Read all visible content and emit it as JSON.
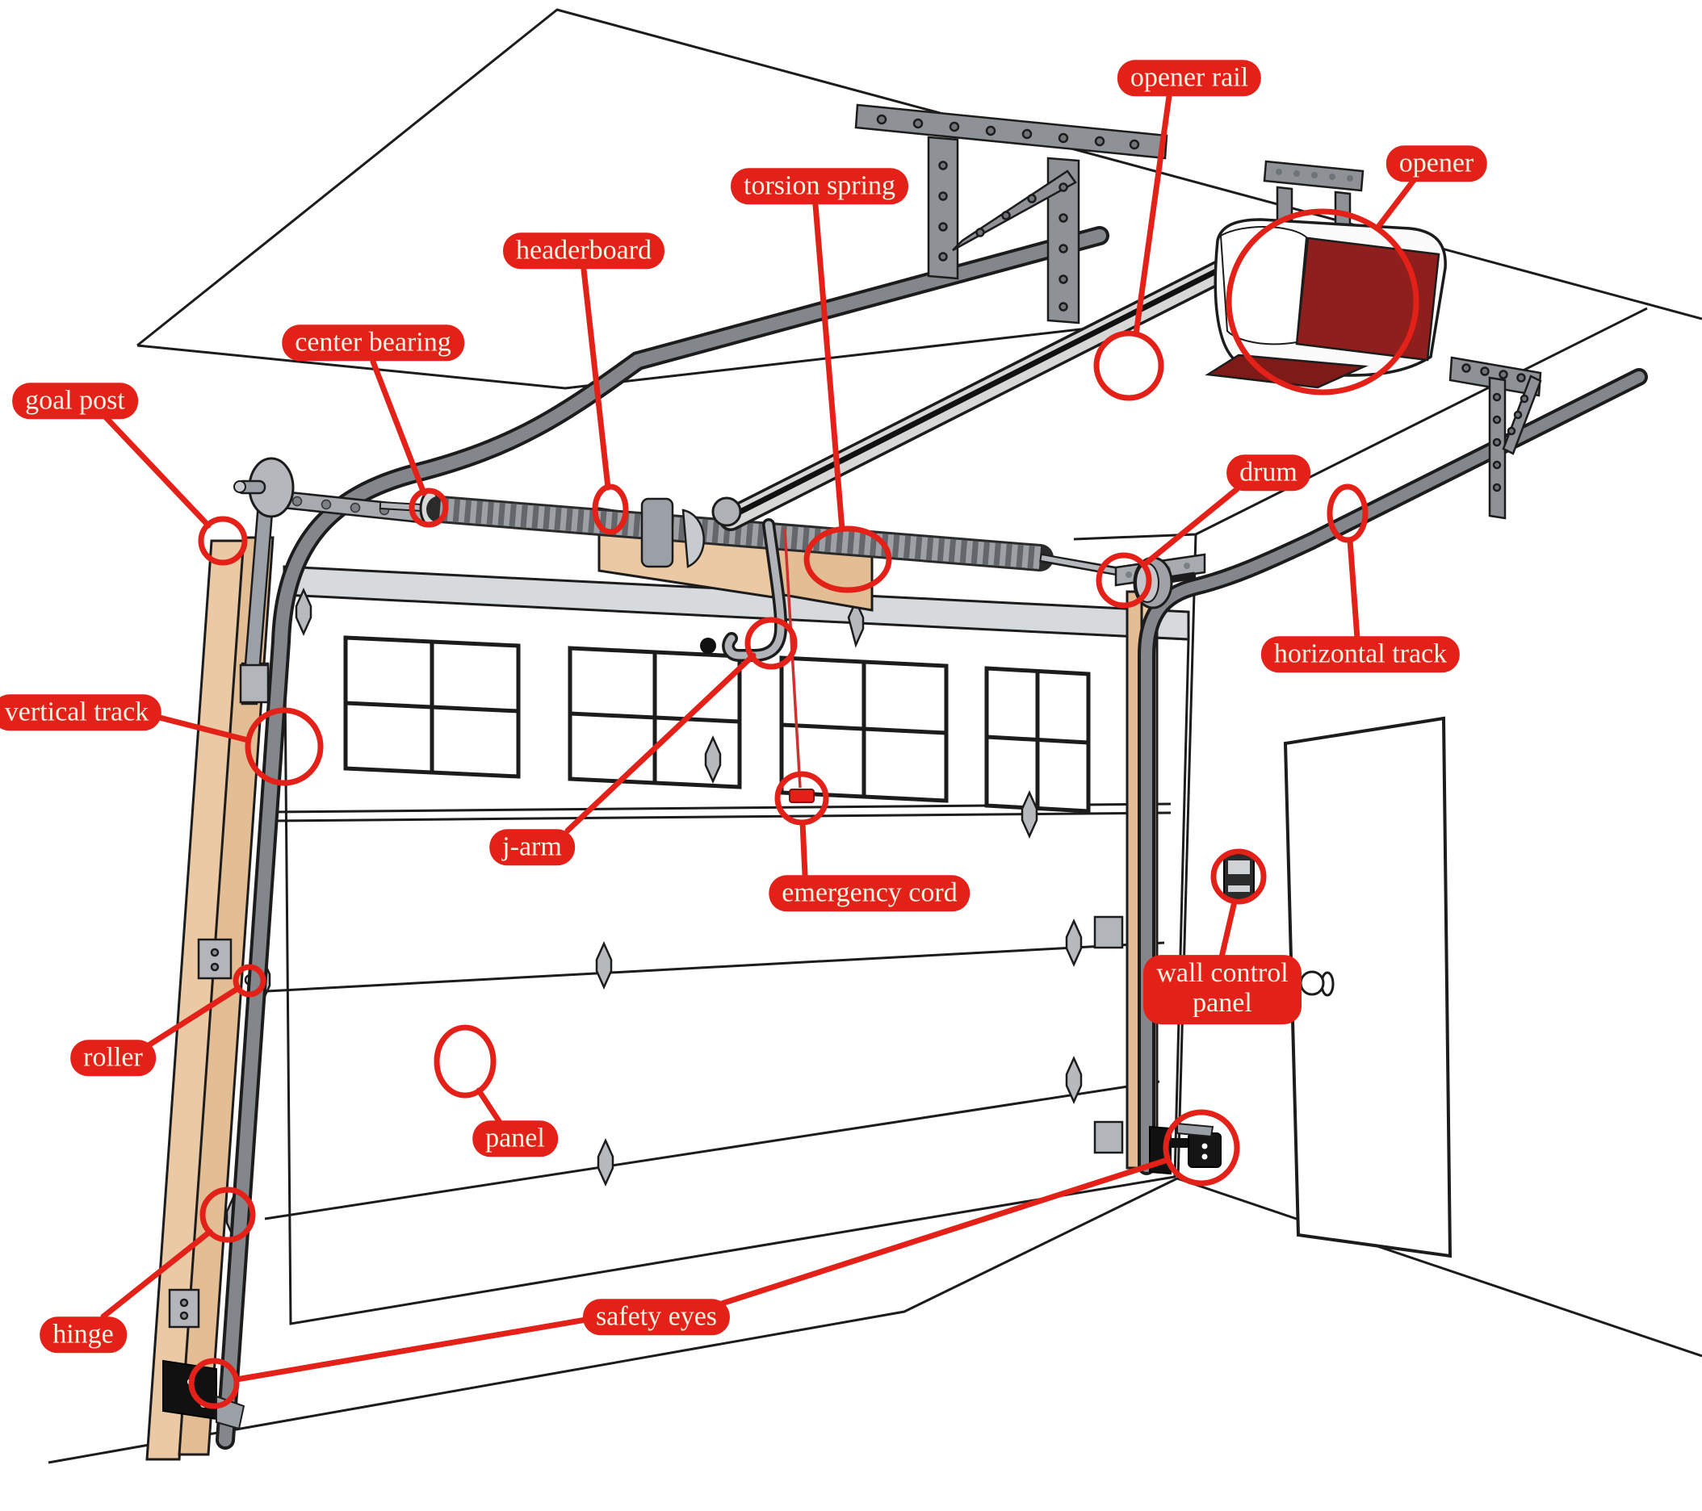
{
  "diagram": {
    "subject": "garage door parts diagram",
    "colors": {
      "annotation_red": "#e32118",
      "label_text": "#faf3e3",
      "wood_tan": "#eac9a4",
      "metal_gray": "#9aa0a6",
      "opener_red": "#8f1f1c"
    },
    "labels": [
      {
        "id": "goal-post",
        "text": "goal post"
      },
      {
        "id": "center-bearing",
        "text": "center bearing"
      },
      {
        "id": "headerboard",
        "text": "headerboard"
      },
      {
        "id": "torsion-spring",
        "text": "torsion spring"
      },
      {
        "id": "opener-rail",
        "text": "opener rail"
      },
      {
        "id": "opener",
        "text": "opener"
      },
      {
        "id": "drum",
        "text": "drum"
      },
      {
        "id": "horizontal-track",
        "text": "horizontal track"
      },
      {
        "id": "vertical-track",
        "text": "vertical track"
      },
      {
        "id": "j-arm",
        "text": "j-arm"
      },
      {
        "id": "emergency-cord",
        "text": "emergency cord"
      },
      {
        "id": "roller",
        "text": "roller"
      },
      {
        "id": "wall-control-panel",
        "text": "wall control panel"
      },
      {
        "id": "panel",
        "text": "panel"
      },
      {
        "id": "hinge",
        "text": "hinge"
      },
      {
        "id": "safety-eyes",
        "text": "safety eyes"
      }
    ]
  }
}
